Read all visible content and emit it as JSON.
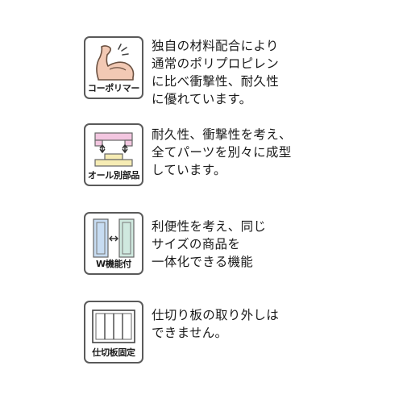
{
  "features": [
    {
      "icon": "flexed-arm-icon",
      "label": "コーポリマー",
      "lines": [
        "独自の材料配合により",
        "通常のポリプロピレン",
        "に比べ衝撃性、耐久性",
        "に優れています。"
      ]
    },
    {
      "icon": "separate-parts-icon",
      "label": "オール別部品",
      "lines": [
        "耐久性、衝撃性を考え、",
        "全てパーツを別々に成型",
        "しています。"
      ]
    },
    {
      "icon": "double-width-icon",
      "label": "W機能付",
      "lines": [
        "利便性を考え、同じ",
        "サイズの商品を",
        "一体化できる機能"
      ]
    },
    {
      "icon": "fixed-divider-icon",
      "label": "仕切板固定",
      "lines": [
        "仕切り板の取り外しは",
        "できません。"
      ]
    }
  ],
  "colors": {
    "arm_fill": "#f2c9b4",
    "part_pink": "#f3c6e0",
    "part_yellow": "#f6ecb4",
    "panel_blue": "#c7dcf2",
    "panel_green": "#cfe9df",
    "border": "#5a5a5a"
  }
}
